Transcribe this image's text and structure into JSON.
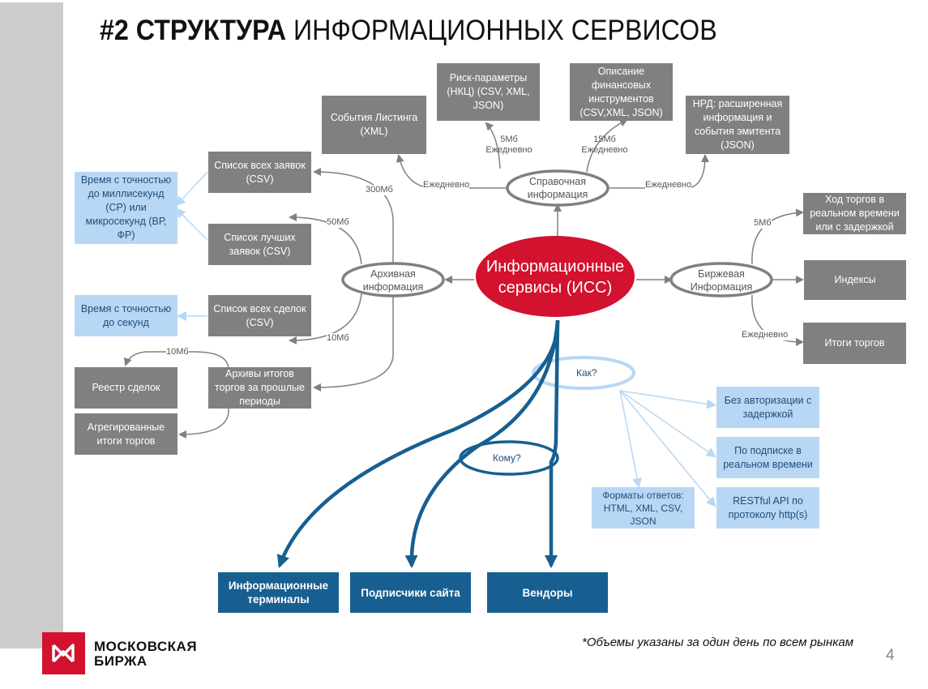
{
  "title": {
    "bold": "#2 СТРУКТУРА",
    "rest": "ИНФОРМАЦИОННЫХ СЕРВИСОВ"
  },
  "center_node": {
    "line1": "Информационные",
    "line2": "сервисы (ИСС)"
  },
  "hubs": {
    "reference": {
      "line1": "Справочная",
      "line2": "информация"
    },
    "archive": {
      "line1": "Архивная",
      "line2": "информация"
    },
    "exchange": {
      "line1": "Биржевая",
      "line2": "Информация"
    }
  },
  "reference_boxes": [
    {
      "text": "События Листинга (XML)"
    },
    {
      "text": "Риск-параметры (НКЦ) (CSV, XML, JSON)"
    },
    {
      "text": "Описание финансовых инструментов (CSV,XML, JSON)"
    },
    {
      "text": "НРД: расширенная информация и события эмитента (JSON)"
    }
  ],
  "reference_labels": {
    "listing": "Ежедневно",
    "risk_size": "5Мб",
    "risk_freq": "Ежедневно",
    "desc_size": "15Мб",
    "desc_freq": "Ежедневно",
    "nrd": "Ежедневно"
  },
  "archive_boxes": [
    {
      "text": "Список всех заявок (CSV)"
    },
    {
      "text": "Список лучших заявок (CSV)"
    },
    {
      "text": "Список всех сделок (CSV)"
    },
    {
      "text": "Архивы итогов торгов за прошлые периоды"
    },
    {
      "text": "Реестр сделок"
    },
    {
      "text": "Агрегированные итоги торгов"
    }
  ],
  "archive_labels": {
    "all_orders": "300Мб",
    "best_orders": "50Мб",
    "all_trades": "10Мб",
    "registry": "10Мб"
  },
  "precision_boxes": [
    {
      "text": "Время с точностью до миллисекунд (СР) или микросекунд (ВР, ФР)"
    },
    {
      "text": "Время с точностью до секунд"
    }
  ],
  "exchange_boxes": [
    {
      "text": "Ход торгов в реальном времени или с задержкой"
    },
    {
      "text": "Индексы"
    },
    {
      "text": "Итоги торгов"
    }
  ],
  "exchange_labels": {
    "progress": "5Мб",
    "results": "Ежедневно"
  },
  "how": {
    "question": "Как?",
    "options": [
      {
        "text": "Без авторизации с задержкой"
      },
      {
        "text": "По подписке в реальном времени"
      },
      {
        "text": "RESTful API по протоколу http(s)"
      },
      {
        "text": "Форматы ответов: HTML, XML, CSV, JSON"
      }
    ]
  },
  "whom": {
    "question": "Кому?",
    "targets": [
      {
        "text": "Информационные терминалы"
      },
      {
        "text": "Подписчики сайта"
      },
      {
        "text": "Вендоры"
      }
    ]
  },
  "footnote": "*Объемы указаны за один день по всем рынкам",
  "page_number": "4",
  "logo": {
    "line1": "МОСКОВСКАЯ",
    "line2": "БИРЖА"
  },
  "colors": {
    "brand_red": "#d2122e",
    "box_gray": "#808080",
    "light_blue": "#b8d7f5",
    "navy": "#175f91"
  }
}
